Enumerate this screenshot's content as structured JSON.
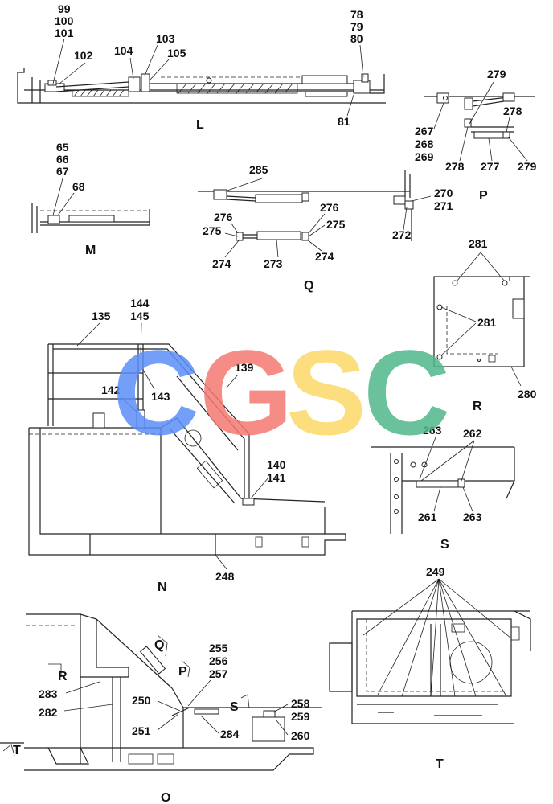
{
  "labels": {
    "l99": "99",
    "l100": "100",
    "l101": "101",
    "l102": "102",
    "l103": "103",
    "l104": "104",
    "l105": "105",
    "l78": "78",
    "l79": "79",
    "l80": "80",
    "l81": "81",
    "l279a": "279",
    "l278a": "278",
    "l267": "267",
    "l268": "268",
    "l269": "269",
    "l278b": "278",
    "l277": "277",
    "l279b": "279",
    "l65": "65",
    "l66": "66",
    "l67": "67",
    "l68": "68",
    "l285": "285",
    "l270": "270",
    "l271": "271",
    "l272": "272",
    "l276a": "276",
    "l275a": "275",
    "l276b": "276",
    "l275b": "275",
    "l274a": "274",
    "l273": "273",
    "l274b": "274",
    "l281a": "281",
    "l281b": "281",
    "l280": "280",
    "l135": "135",
    "l144": "144",
    "l145": "145",
    "l139": "139",
    "l142": "142",
    "l143": "143",
    "l140": "140",
    "l141": "141",
    "l248": "248",
    "l263a": "263",
    "l262": "262",
    "l261": "261",
    "l263b": "263",
    "l249": "249",
    "l255": "255",
    "l256": "256",
    "l257": "257",
    "l283": "283",
    "l282": "282",
    "l250": "250",
    "l251": "251",
    "l284": "284",
    "l258": "258",
    "l259": "259",
    "l260": "260"
  },
  "sections": {
    "L": "L",
    "M": "M",
    "P": "P",
    "Q": "Q",
    "R": "R",
    "N": "N",
    "S": "S",
    "T": "T",
    "O": "O"
  },
  "view_markers": {
    "q": "Q",
    "p": "P",
    "r": "R",
    "s": "S",
    "t": "T"
  },
  "watermark": {
    "letters": [
      "C",
      "G",
      "S",
      "C"
    ],
    "colors": [
      "#5b8ff9",
      "#f47a72",
      "#fcd968",
      "#4fb88a"
    ]
  }
}
